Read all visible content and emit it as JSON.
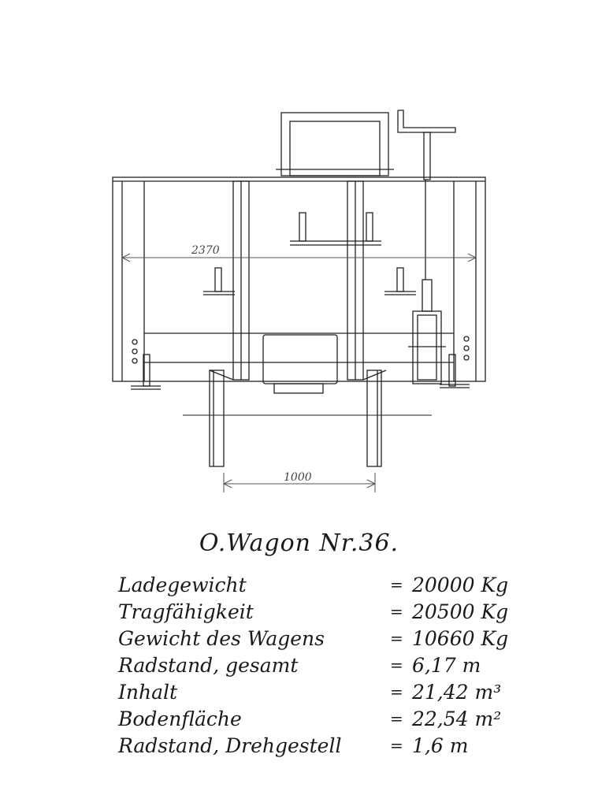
{
  "drawing": {
    "dimension_width": "2370",
    "dimension_gauge": "1000"
  },
  "title": "O.Wagon Nr.36.",
  "specs": [
    {
      "label": "Ladegewicht",
      "value": "20000 Kg"
    },
    {
      "label": "Tragfähigkeit",
      "value": "20500 Kg"
    },
    {
      "label": "Gewicht des Wagens",
      "value": "10660 Kg"
    },
    {
      "label": "Radstand, gesamt",
      "value": "6,17 m"
    },
    {
      "label": "Inhalt",
      "value": "21,42 m³"
    },
    {
      "label": "Bodenfläche",
      "value": "22,54 m²"
    },
    {
      "label": "Radstand, Drehgestell",
      "value": "1,6 m"
    }
  ],
  "equals_sign": "="
}
